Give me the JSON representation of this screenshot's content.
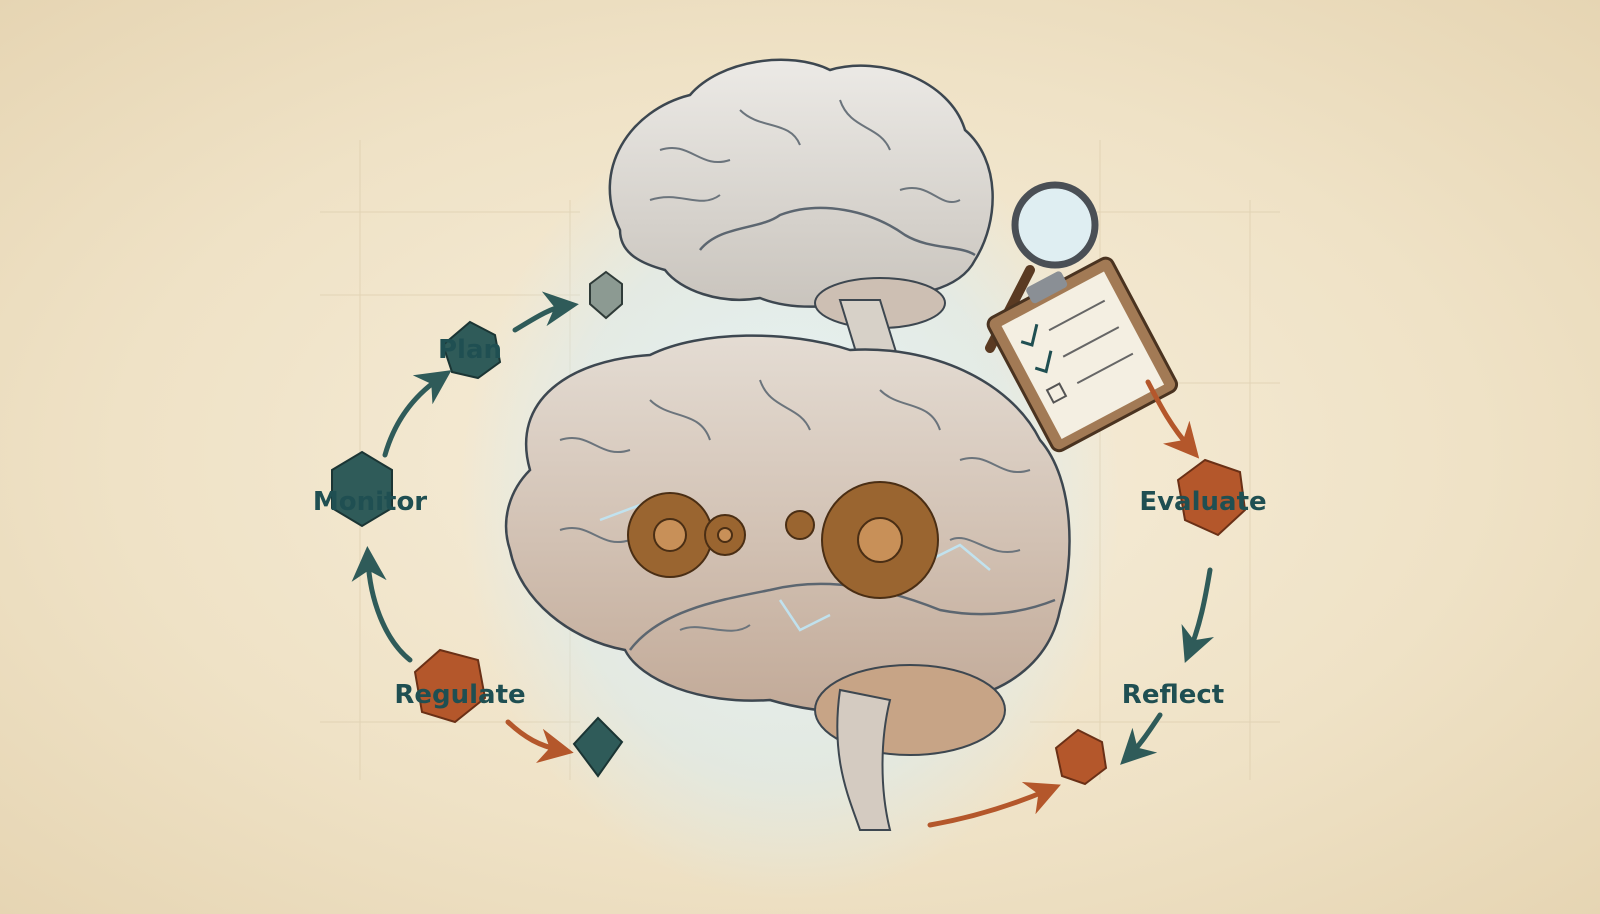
{
  "diagram": {
    "stages": [
      {
        "id": "plan",
        "label": "Plan",
        "color": "#2f5b59"
      },
      {
        "id": "monitor",
        "label": "Monitor",
        "color": "#2f5b59"
      },
      {
        "id": "regulate",
        "label": "Regulate",
        "color": "#b4572b"
      },
      {
        "id": "evaluate",
        "label": "Evaluate",
        "color": "#b4572b"
      },
      {
        "id": "reflect",
        "label": "Reflect",
        "color": "#b4572b"
      }
    ],
    "palette": {
      "teal": "#2f5b59",
      "orange": "#b4572b",
      "brain": "#dcd6cf",
      "gear": "#8a5a2b",
      "glow": "#cfe8f2"
    },
    "icons": [
      "brain-icon",
      "gear-icon",
      "magnifying-glass-icon",
      "clipboard-checklist-icon",
      "polyhedron-icon"
    ]
  }
}
